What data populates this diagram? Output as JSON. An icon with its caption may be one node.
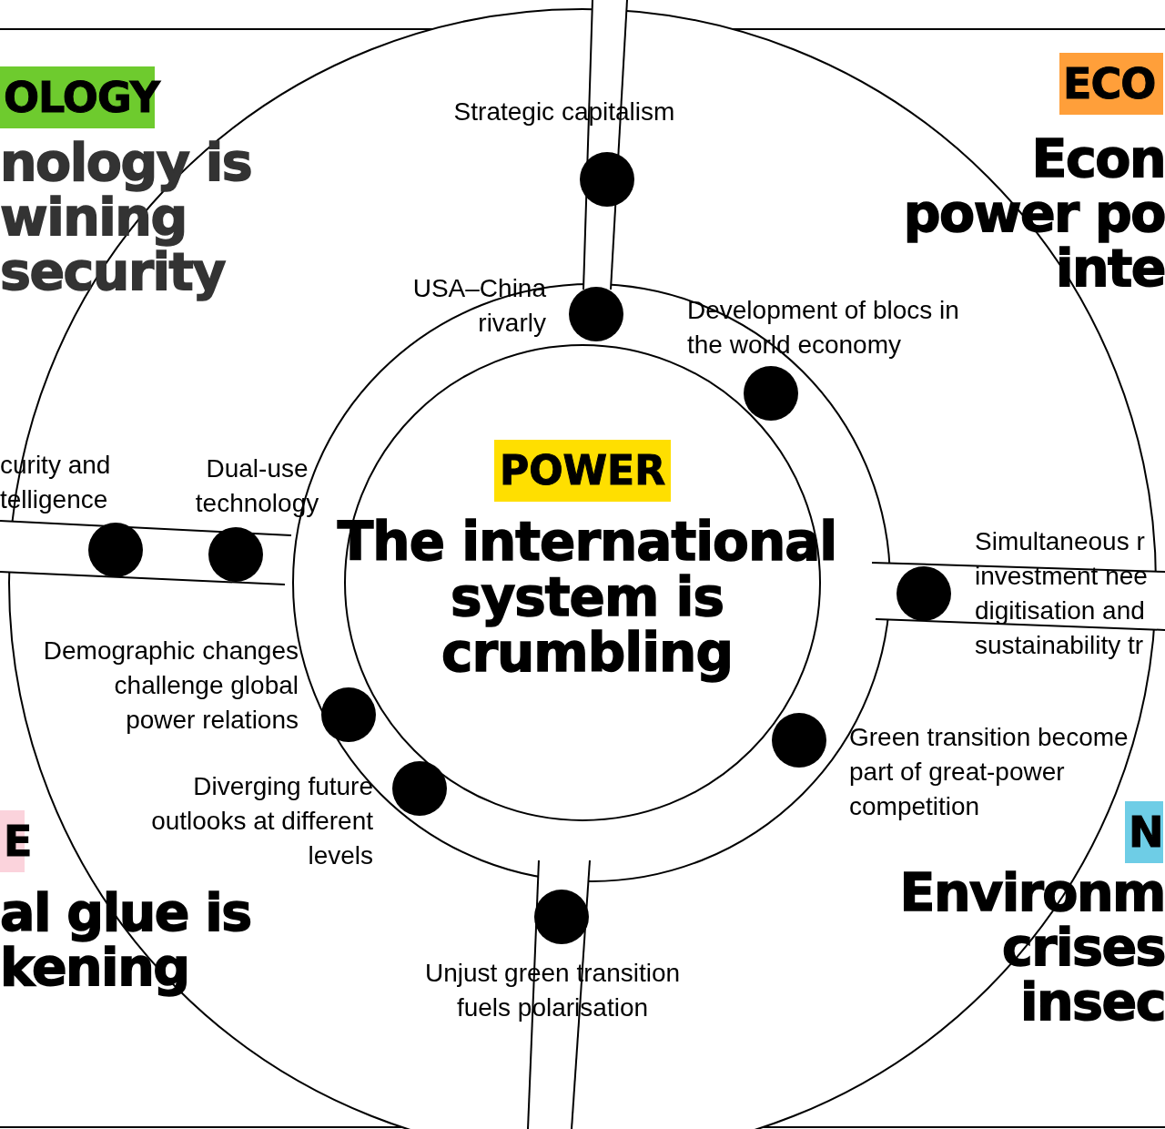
{
  "diagram": {
    "nodes": [
      {
        "text": [
          "POWER",
          "The international system is crumbling"
        ]
      }
    ],
    "labels": [
      "OLOGY",
      "ECO",
      "Strategic capitalism",
      "nology is wining security",
      "Econ power po inte",
      "USA–China rivarly",
      "Development of blocs in the world economy",
      "curity and telligence",
      "Dual-use technology",
      "Simultaneous r investment nee digitisation and sustainability tr",
      "Demographic changes challenge global power relations",
      "Green transition become part of great-power competition",
      "Diverging future outlooks at different levels",
      "N",
      "E",
      "Environm crises insec",
      "al glue is kening",
      "Unjust green transition fuels polarisation"
    ]
  }
}
